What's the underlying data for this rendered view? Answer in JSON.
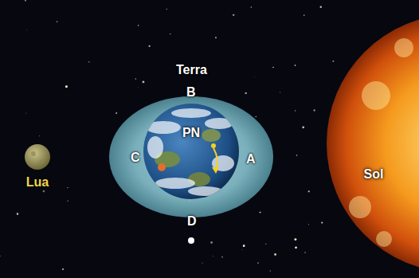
{
  "diagram": {
    "nodes": [
      {
        "text": [
          "Lua"
        ]
      },
      {
        "text": [
          "PN"
        ]
      },
      {
        "text": [
          "Sol"
        ]
      }
    ],
    "labels": [
      "Terra",
      "B",
      "C",
      "A",
      "D"
    ]
  }
}
